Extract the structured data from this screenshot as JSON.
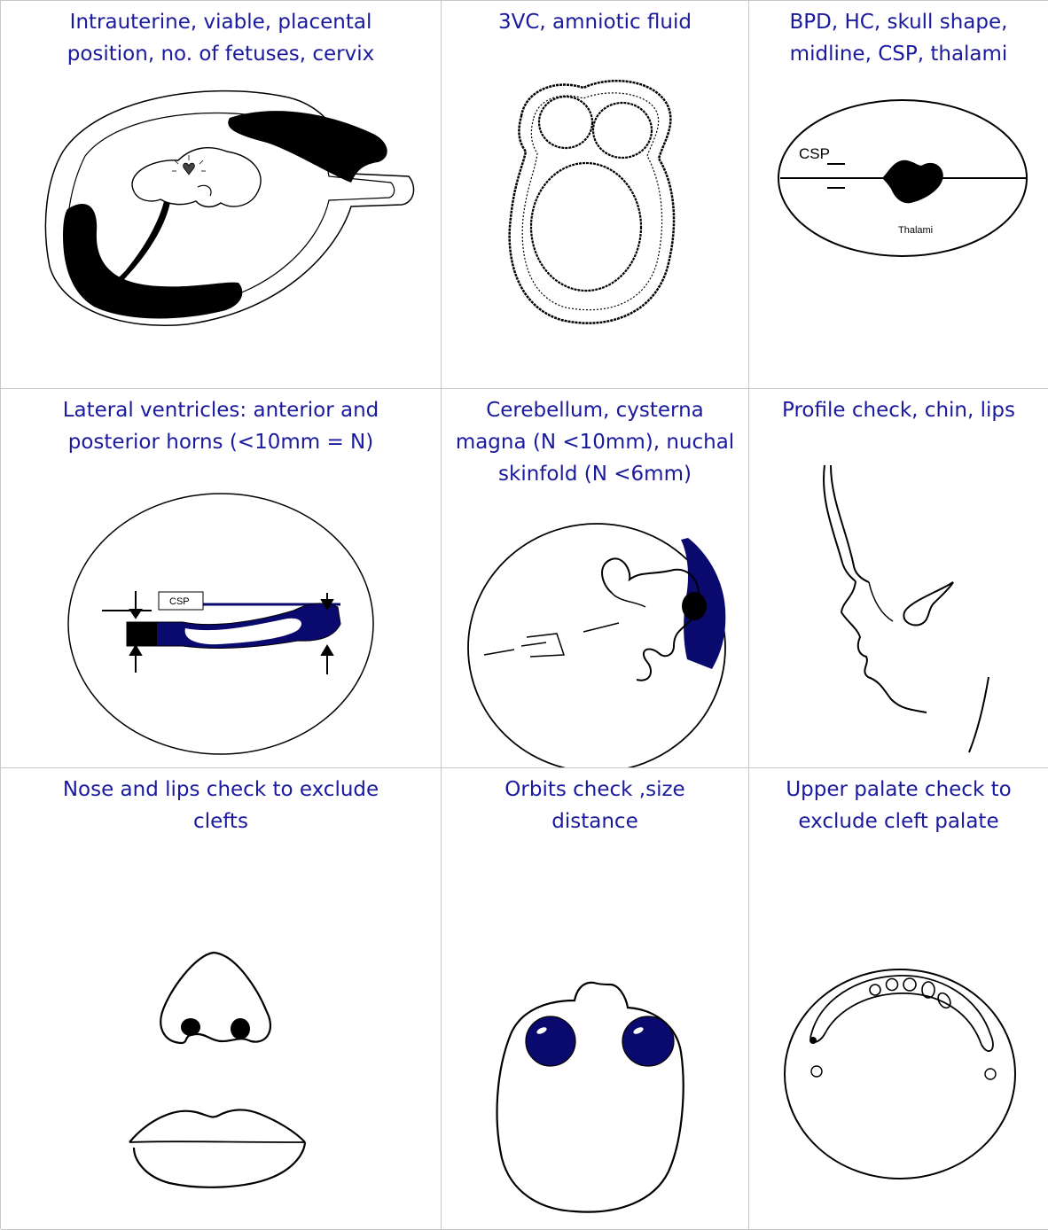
{
  "cells": [
    {
      "caption": "Intrauterine, viable, placental\nposition, no. of fetuses,  cervix"
    },
    {
      "caption": "3VC, amniotic fluid"
    },
    {
      "caption": "BPD, HC, skull shape,\nmidline, CSP, thalami",
      "label_csp": "CSP",
      "label_thalami": "Thalami"
    },
    {
      "caption": "Lateral ventricles: anterior and\nposterior horns (<10mm = N)",
      "label_csp": "CSP"
    },
    {
      "caption": "Cerebellum, cysterna\nmagna (N <10mm), nuchal\nskinfold (N <6mm)"
    },
    {
      "caption": "Profile check, chin, lips"
    },
    {
      "caption": "Nose and lips check to exclude\nclefts"
    },
    {
      "caption": "Orbits  check ,size\ndistance"
    },
    {
      "caption": "Upper  palate check to\nexclude cleft palate"
    }
  ],
  "colors": {
    "caption": "#1a1a9e",
    "ink": "#000000",
    "navy": "#0a0a6e",
    "grid": "#c8c8c8"
  }
}
